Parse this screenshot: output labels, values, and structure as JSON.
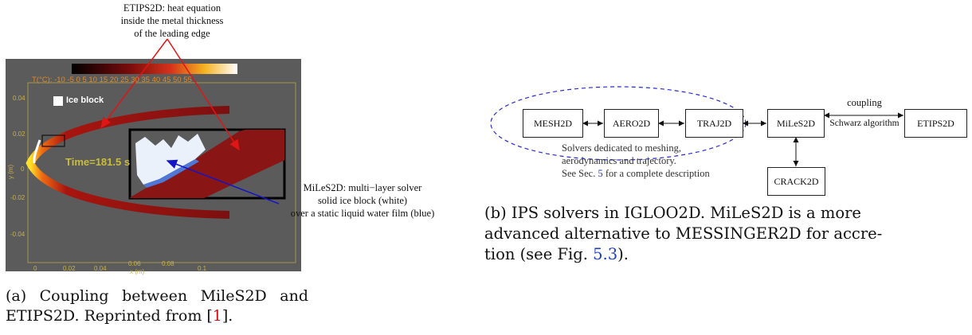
{
  "figure_a": {
    "top_annotation": [
      "ETIPS2D: heat equation",
      "inside the metal thickness",
      "of the leading edge"
    ],
    "colorbar_label": "T(°C): -10 -5  0   5  10  15  20  25  30  35  40  45  50  55",
    "legend_label": "Ice block",
    "time_label": "Time=181.5 s",
    "y_axis_label": "y (m)",
    "x_axis_label": "x (m)",
    "y_ticks": [
      "0.04",
      "0.02",
      "0",
      "-0.02",
      "-0.04"
    ],
    "x_ticks": [
      "0",
      "0.02",
      "0.04",
      "0.06",
      "0.08",
      "0.1"
    ],
    "milesd_annotation": [
      "MiLeS2D: multi−layer solver",
      "solid ice block (white)",
      "over a static liquid water film (blue)"
    ],
    "caption_prefix": "(a) Coupling between MileS2D and ETIPS2D. Reprinted from [",
    "caption_ref": "1",
    "caption_suffix": "]."
  },
  "figure_b": {
    "boxes": {
      "mesh": "MESH2D",
      "aero": "AERO2D",
      "traj": "TRAJ2D",
      "miles": "MiLeS2D",
      "etips": "ETIPS2D",
      "crack": "CRACK2D"
    },
    "coupling_label": "coupling",
    "schwarz_label": "Schwarz algorithm",
    "note_line1": "Solvers dedicated to meshing,",
    "note_line2": "aerodynamics and trajectory.",
    "note_line3_prefix": "See Sec. ",
    "note_line3_ref": "5",
    "note_line3_suffix": " for a complete description",
    "caption_line1": "(b) IPS solvers in IGLOO2D. MiLeS2D is a more",
    "caption_line2": "advanced alternative to MESSINGER2D for accre-",
    "caption_line3_prefix": "tion (see Fig. ",
    "caption_ref": "5.3",
    "caption_line3_suffix": ")."
  },
  "colors": {
    "plot_background": "#5b5b5b",
    "arrow_red": "#e01515",
    "arrow_blue": "#1414c8",
    "ellipse_blue": "#2a2ad0",
    "link_red": "#d01010",
    "link_blue": "#1b3fbf"
  }
}
